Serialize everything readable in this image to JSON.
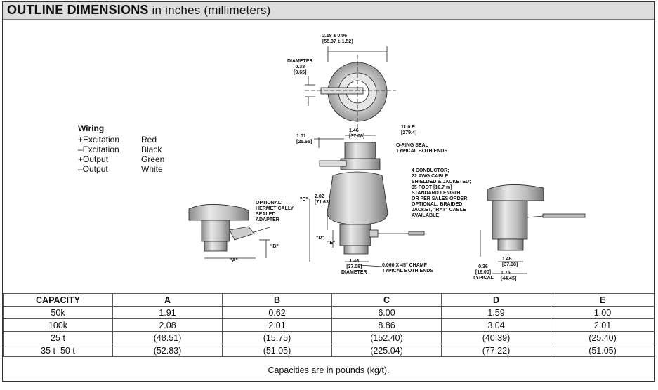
{
  "title": {
    "bold": "OUTLINE DIMENSIONS",
    "rest": " in inches (millimeters)"
  },
  "wiring": {
    "header": "Wiring",
    "rows": [
      {
        "label": "+Excitation",
        "color": "Red"
      },
      {
        "label": "–Excitation",
        "color": "Black"
      },
      {
        "label": "+Output",
        "color": "Green"
      },
      {
        "label": "–Output",
        "color": "White"
      }
    ]
  },
  "notes": {
    "dim_top": "2.18 ± 0.06",
    "dim_top_mm": "[55.37 ± 1.52]",
    "diameter_label": "DIAMETER",
    "diameter_val": "0.38",
    "diameter_mm": "[9.65]",
    "dim_101": "1.01",
    "dim_101_mm": "[25.65]",
    "dim_146": "1.46",
    "dim_146_mm": "[37.08]",
    "radius": "11.0 R",
    "radius_mm": "[279.4]",
    "oring": "O-RING SEAL",
    "oring2": "TYPICAL BOTH ENDS",
    "cable1": "4 CONDUCTOR;",
    "cable2": "22 AWG CABLE;",
    "cable3": "SHIELDED & JACKETED;",
    "cable4": "35 FOOT [10.7 m]",
    "cable5": "STANDARD LENGTH",
    "cable6": "OR PER SALES ORDER",
    "cable7": "OPTIONAL: BRAIDED",
    "cable8": "JACKET, \"RAT\" CABLE",
    "cable9": "AVAILABLE",
    "dim_282": "2.82",
    "dim_282_mm": "[71.63]",
    "label_c": "\"C\"",
    "label_d": "\"D\"",
    "label_e": "\"E\"",
    "label_a": "\"A\"",
    "label_b": "\"B\"",
    "opt1": "OPTIONAL:",
    "opt2": "HERMETICALLY",
    "opt3": "SEALED",
    "opt4": "ADAPTER",
    "bot_146": "1.46",
    "bot_146_mm": "[37.08]",
    "bot_diam": "DIAMETER",
    "chamf1": "0.060 X 45° CHAMF",
    "chamf2": "TYPICAL BOTH ENDS",
    "r_036": "0.36",
    "r_036_mm": "[16.00]",
    "r_typical": "TYPICAL",
    "r_146": "1.46",
    "r_146_mm": "[37.08]",
    "r_175": "1.75",
    "r_175_mm": "[44.45]"
  },
  "table": {
    "headers": [
      "CAPACITY",
      "A",
      "B",
      "C",
      "D",
      "E"
    ],
    "rows": [
      [
        "50k",
        "1.91",
        "0.62",
        "6.00",
        "1.59",
        "1.00"
      ],
      [
        "100k",
        "2.08",
        "2.01",
        "8.86",
        "3.04",
        "2.01"
      ],
      [
        "25 t",
        "(48.51)",
        "(15.75)",
        "(152.40)",
        "(40.39)",
        "(25.40)"
      ],
      [
        "35 t–50 t",
        "(52.83)",
        "(51.05)",
        "(225.04)",
        "(77.22)",
        "(51.05)"
      ]
    ]
  },
  "footnote": "Capacities are in pounds (kg/t)."
}
